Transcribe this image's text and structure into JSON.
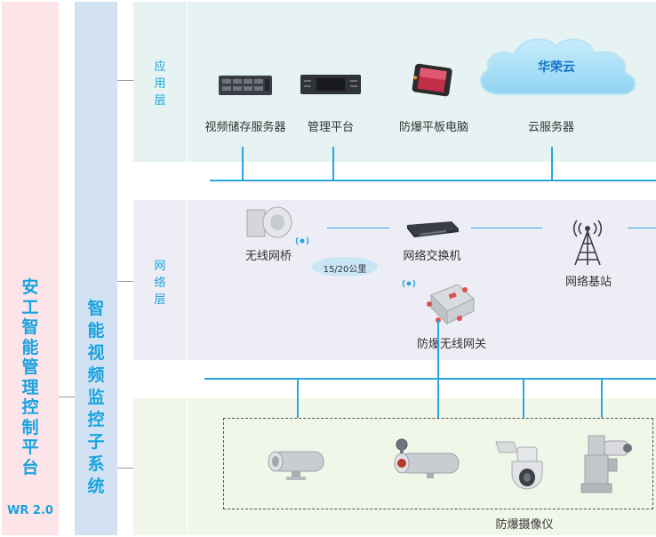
{
  "platform": {
    "title_chars": [
      "安",
      "工",
      "智",
      "能",
      "管",
      "理",
      "控",
      "制",
      "平",
      "台"
    ],
    "version": "WR 2.0"
  },
  "subsystem": {
    "title_chars": [
      "智",
      "能",
      "视",
      "频",
      "监",
      "控",
      "子",
      "系",
      "统"
    ]
  },
  "layers": {
    "application": {
      "label_chars": [
        "应",
        "用",
        "层"
      ]
    },
    "network": {
      "label_chars": [
        "网",
        "络",
        "层"
      ]
    }
  },
  "application_items": {
    "video_storage": "视频储存服务器",
    "management": "管理平台",
    "tablet": "防爆平板电脑",
    "cloud_name": "华荣云",
    "cloud_server": "云服务器"
  },
  "network_items": {
    "wireless_bridge": "无线网桥",
    "distance": "15/20公里",
    "switch": "网络交换机",
    "base_station": "网络基站",
    "wireless_gateway": "防爆无线网关"
  },
  "camera_group": {
    "label": "防爆摄像仪"
  },
  "colors": {
    "platform_bg": "#fce4e8",
    "platform_text": "#19a3de",
    "subsystem_bg": "#d2e2f3",
    "app_layer_bg": "#e6f3f2",
    "net_layer_bg": "#ededf6",
    "device_layer_bg": "#f1f7e8",
    "line": "#2aa6df"
  }
}
